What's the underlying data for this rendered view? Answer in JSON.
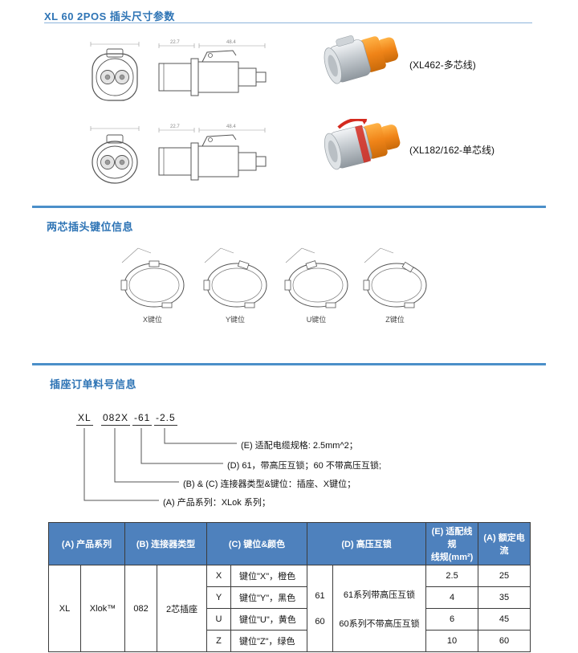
{
  "colors": {
    "title_blue": "#2E74B5",
    "rule_blue": "#4B8FC9",
    "table_header_bg": "#4E81BD",
    "connector_orange": "#F08418",
    "marking_red": "#D42A1E"
  },
  "section1": {
    "title": "XL 60 2POS 插头尺寸参数",
    "dims": [
      "22.7",
      "48.4"
    ],
    "photos": [
      {
        "label": "(XL462-多芯线)"
      },
      {
        "label": "(XL182/162-单芯线)"
      }
    ]
  },
  "section2": {
    "title": "两芯插头键位信息",
    "keys": [
      {
        "label": "X键位"
      },
      {
        "label": "Y键位"
      },
      {
        "label": "U键位"
      },
      {
        "label": "Z键位"
      }
    ]
  },
  "section3": {
    "title": "插座订单料号信息",
    "part_segments": [
      "XL",
      "082X",
      "-61",
      "-2.5"
    ],
    "callouts": [
      "(E) 适配电缆规格: 2.5mm^2；",
      "(D) 61，带高压互锁；60 不带高压互锁;",
      "(B) & (C) 连接器类型&键位：插座、X键位；",
      "(A) 产品系列：XLok 系列；"
    ]
  },
  "table": {
    "headers": {
      "a": "(A) 产品系列",
      "b": "(B) 连接器类型",
      "c": "(C) 键位&颜色",
      "d": "(D) 高压互锁",
      "e1": "(E) 适配线规",
      "e2": "线规(mm²)",
      "f": "(A) 额定电流"
    },
    "series": "XL",
    "series_name": "Xlok™",
    "type_code": "082",
    "type_name": "2芯插座",
    "hvil": {
      "codes": [
        "61",
        "60"
      ],
      "descs": [
        "61系列带高压互锁",
        "60系列不带高压互锁"
      ]
    },
    "rows": [
      {
        "key": "X",
        "desc": "键位\"X\"，橙色",
        "wire": "2.5",
        "current": "25"
      },
      {
        "key": "Y",
        "desc": "键位\"Y\"，黑色",
        "wire": "4",
        "current": "35"
      },
      {
        "key": "U",
        "desc": "键位\"U\"，黄色",
        "wire": "6",
        "current": "45"
      },
      {
        "key": "Z",
        "desc": "键位\"Z\"，绿色",
        "wire": "10",
        "current": "60"
      }
    ]
  }
}
